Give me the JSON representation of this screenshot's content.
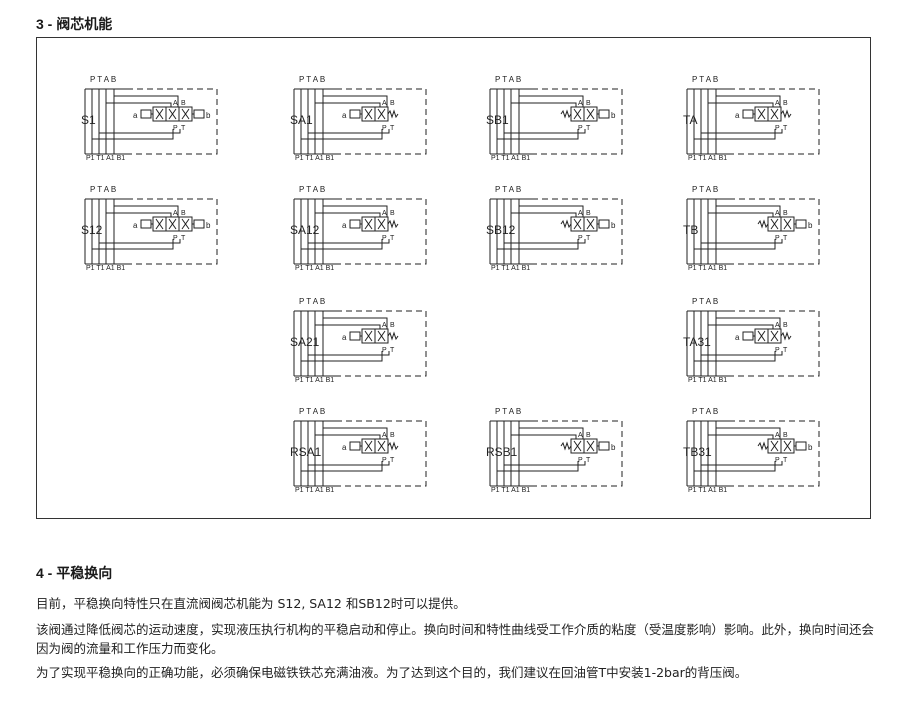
{
  "section3": {
    "title": "3 - 阀芯机能"
  },
  "ports_top": "P T A B",
  "ports_bottom": "P1 T1 A1 B1",
  "coil_left": "a",
  "coil_right": "b",
  "spool_ports": {
    "A": "A",
    "B": "B",
    "P": "P",
    "T": "T"
  },
  "spools": [
    {
      "label": "S1",
      "type": "both"
    },
    {
      "label": "SA1",
      "type": "a"
    },
    {
      "label": "SB1",
      "type": "b"
    },
    {
      "label": "TA",
      "type": "a"
    },
    {
      "label": "S12",
      "type": "both"
    },
    {
      "label": "SA12",
      "type": "a"
    },
    {
      "label": "SB12",
      "type": "b"
    },
    {
      "label": "TB",
      "type": "b"
    },
    {
      "label": "SA21",
      "type": "a"
    },
    {
      "label": "TA31",
      "type": "a"
    },
    {
      "label": "RSA1",
      "type": "a"
    },
    {
      "label": "RSB1",
      "type": "b"
    },
    {
      "label": "TB31",
      "type": "b"
    }
  ],
  "section4": {
    "title": "4 - 平稳换向",
    "p1": "目前，平稳换向特性只在直流阀阀芯机能为 S12, SA12 和SB12时可以提供。",
    "p2": "该阀通过降低阀芯的运动速度，实现液压执行机构的平稳启动和停止。换向时间和特性曲线受工作介质的粘度（受温度影响）影响。此外，换向时间还会因为阀的流量和工作压力而变化。",
    "p3": "为了实现平稳换向的正确功能，必须确保电磁铁铁芯充满油液。为了达到这个目的，我们建议在回油管T中安装1-2bar的背压阀。"
  }
}
